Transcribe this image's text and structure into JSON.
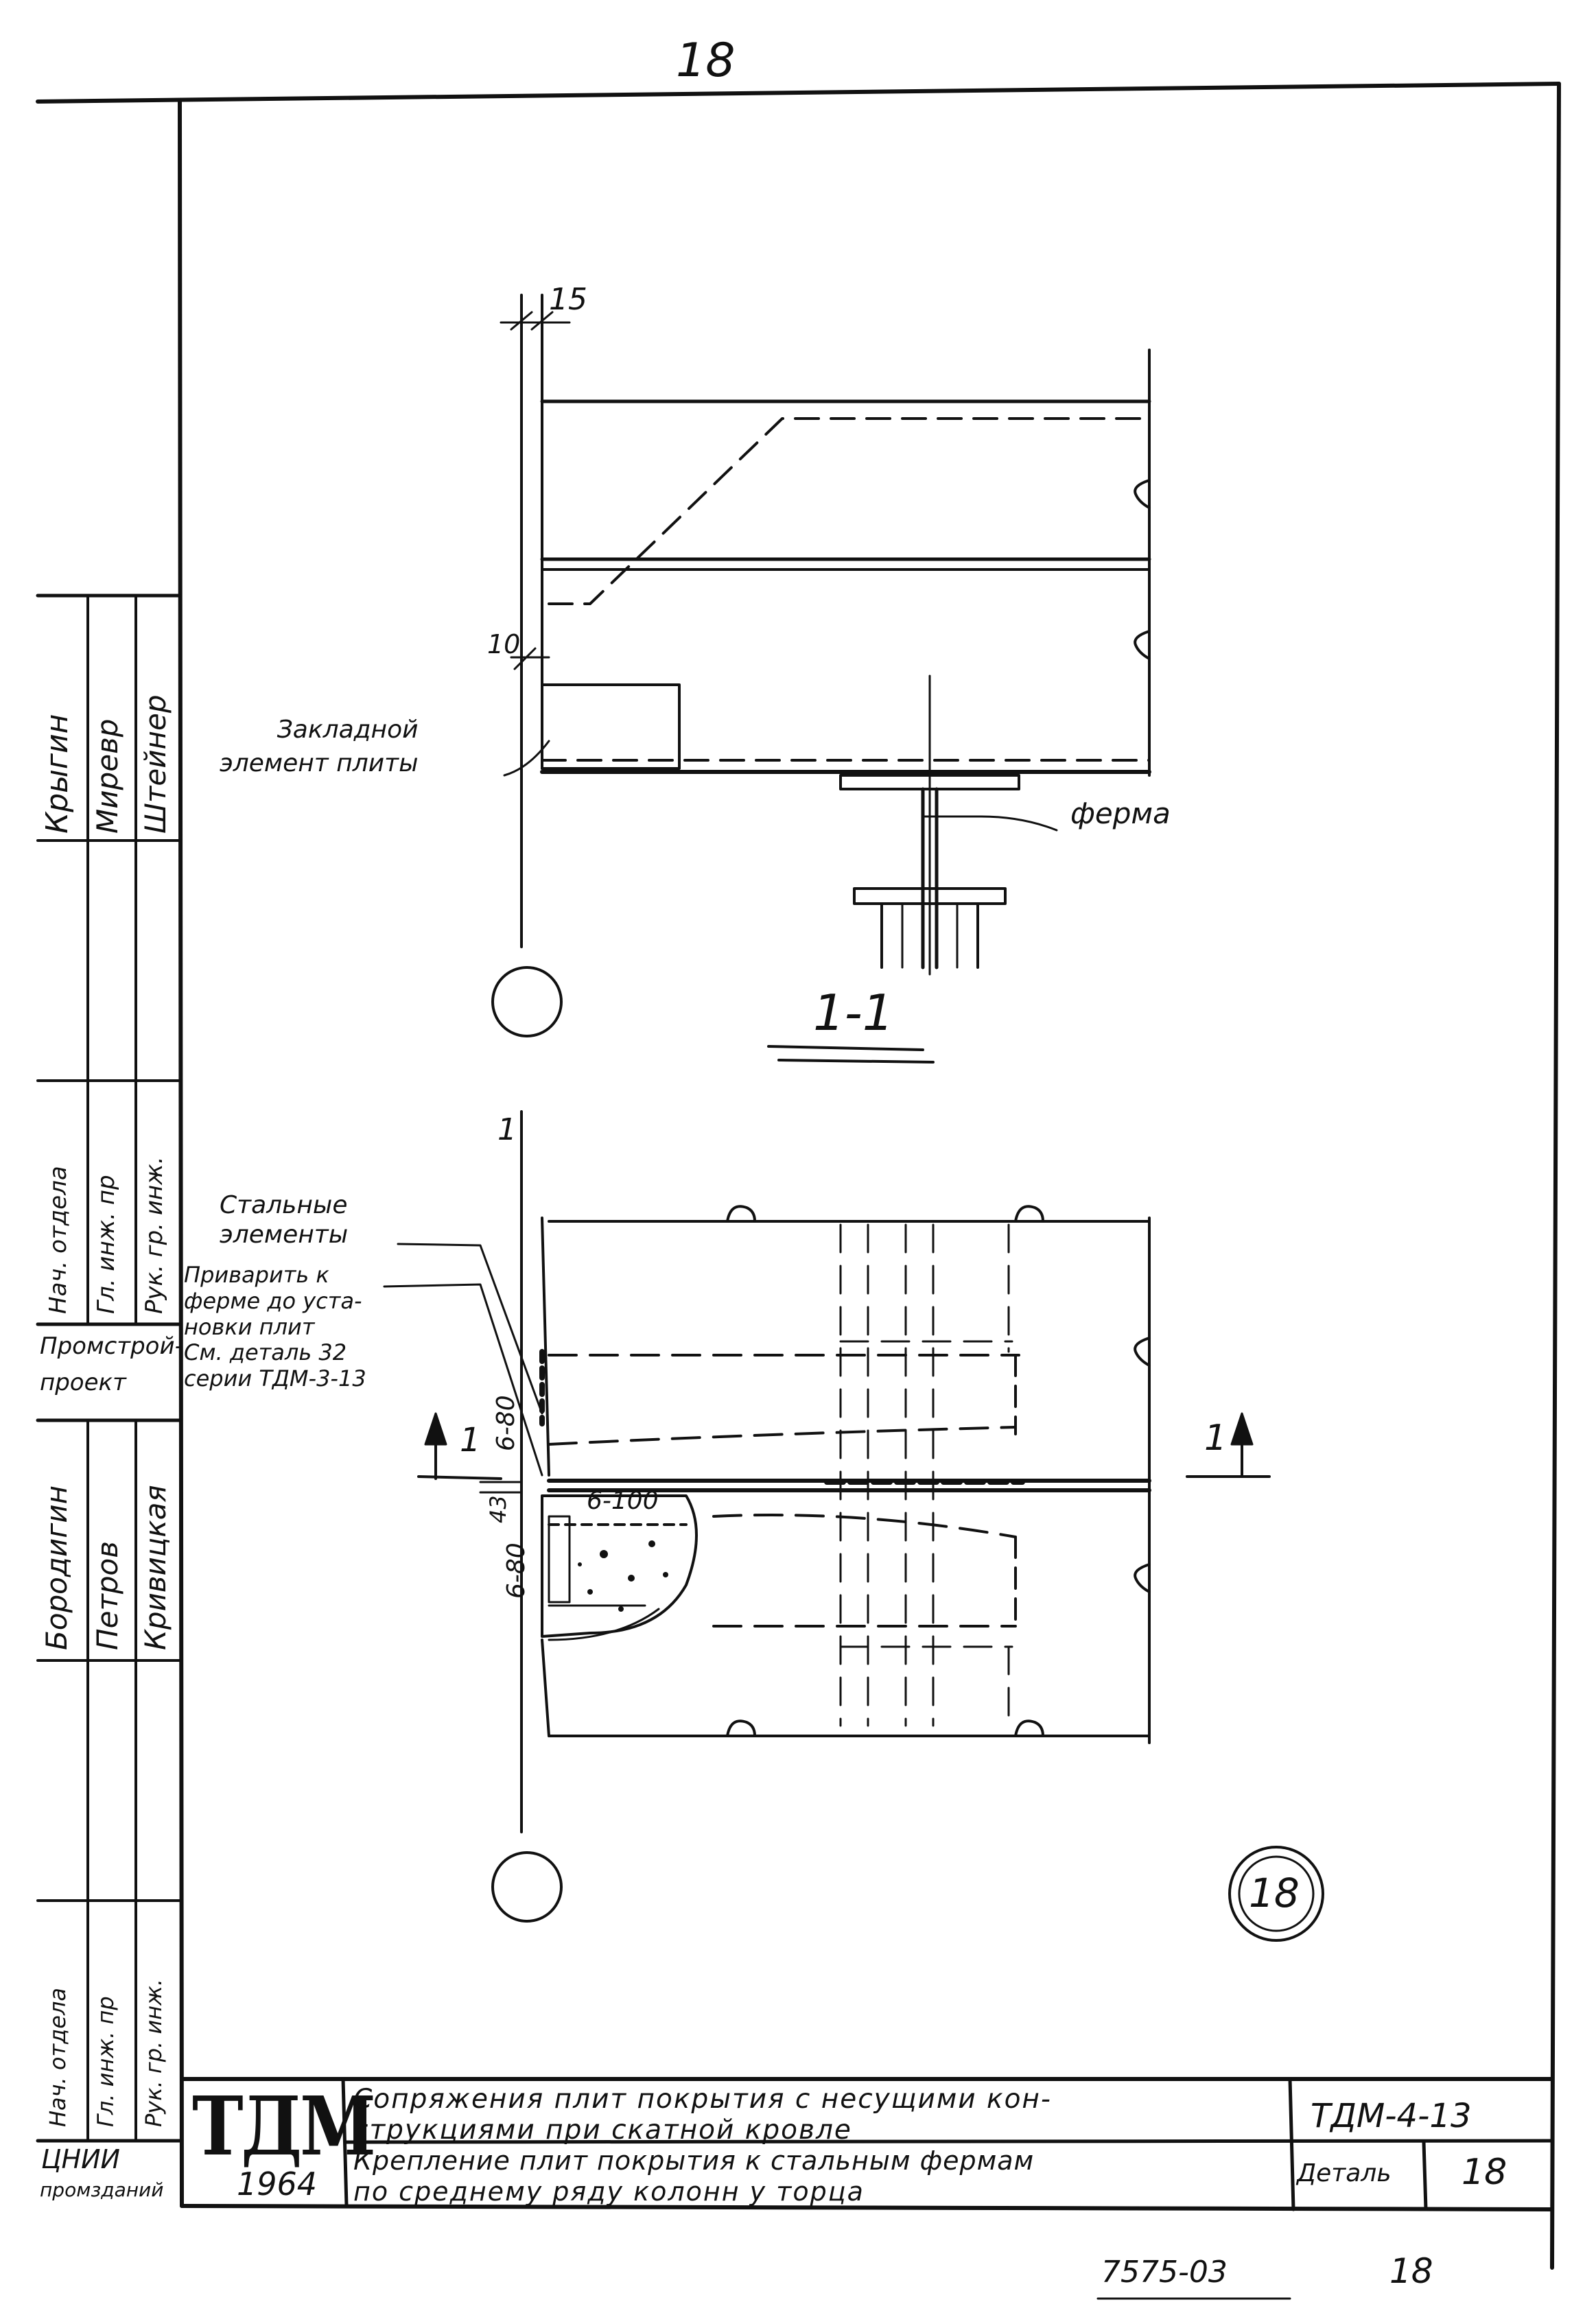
{
  "sheet": {
    "page_number_top": "18",
    "archive_number": "7575-03",
    "page_number_bottom": "18"
  },
  "drawing": {
    "dim_15": "15",
    "dim_10": "10",
    "label_embedded": "Закладной\nэлемент плиты",
    "label_truss": "ферма",
    "section_label": "1-1",
    "label_steel_elements": "Стальные\nэлементы",
    "note_weld": "Приварить к\nферме до уста-\nновки плит\nСм. деталь 32\nсерии ТДМ-3-13",
    "section_mark_left": "1",
    "section_mark_right": "1",
    "section_mark_top": "1",
    "weld_6_80_a": "6-80",
    "weld_6_100": "6-100",
    "weld_6_80_b": "6-80",
    "dim_43": "43",
    "detail_circle": "18"
  },
  "side_stamp": {
    "col_a_top": [
      "Крыгин",
      "Миревр",
      "Штейнер"
    ],
    "col_a_roles": [
      "Нач. отдела",
      "Гл. инж. пр",
      "Рук. гр. инж."
    ],
    "org_1": "Промстрой-",
    "org_2": "проект",
    "col_b_names": [
      "Бородигин",
      "Петров",
      "Кривицкая"
    ],
    "col_b_roles": [
      "Нач. отдела",
      "Гл. инж. пр",
      "Рук. гр. инж."
    ],
    "org_3": "ЦНИИ",
    "org_4": "промзданий"
  },
  "title_block": {
    "logo": "ТДМ",
    "year": "1964",
    "title_line_1": "Сопряжения плит покрытия с несущими кон-",
    "title_line_2": "струкциями при скатной кровле",
    "subtitle_line_1": "Крепление плит покрытия к стальным фермам",
    "subtitle_line_2": "по среднему ряду колонн у торца",
    "series": "ТДМ-4-13",
    "detail_label": "Деталь",
    "detail_number": "18"
  }
}
